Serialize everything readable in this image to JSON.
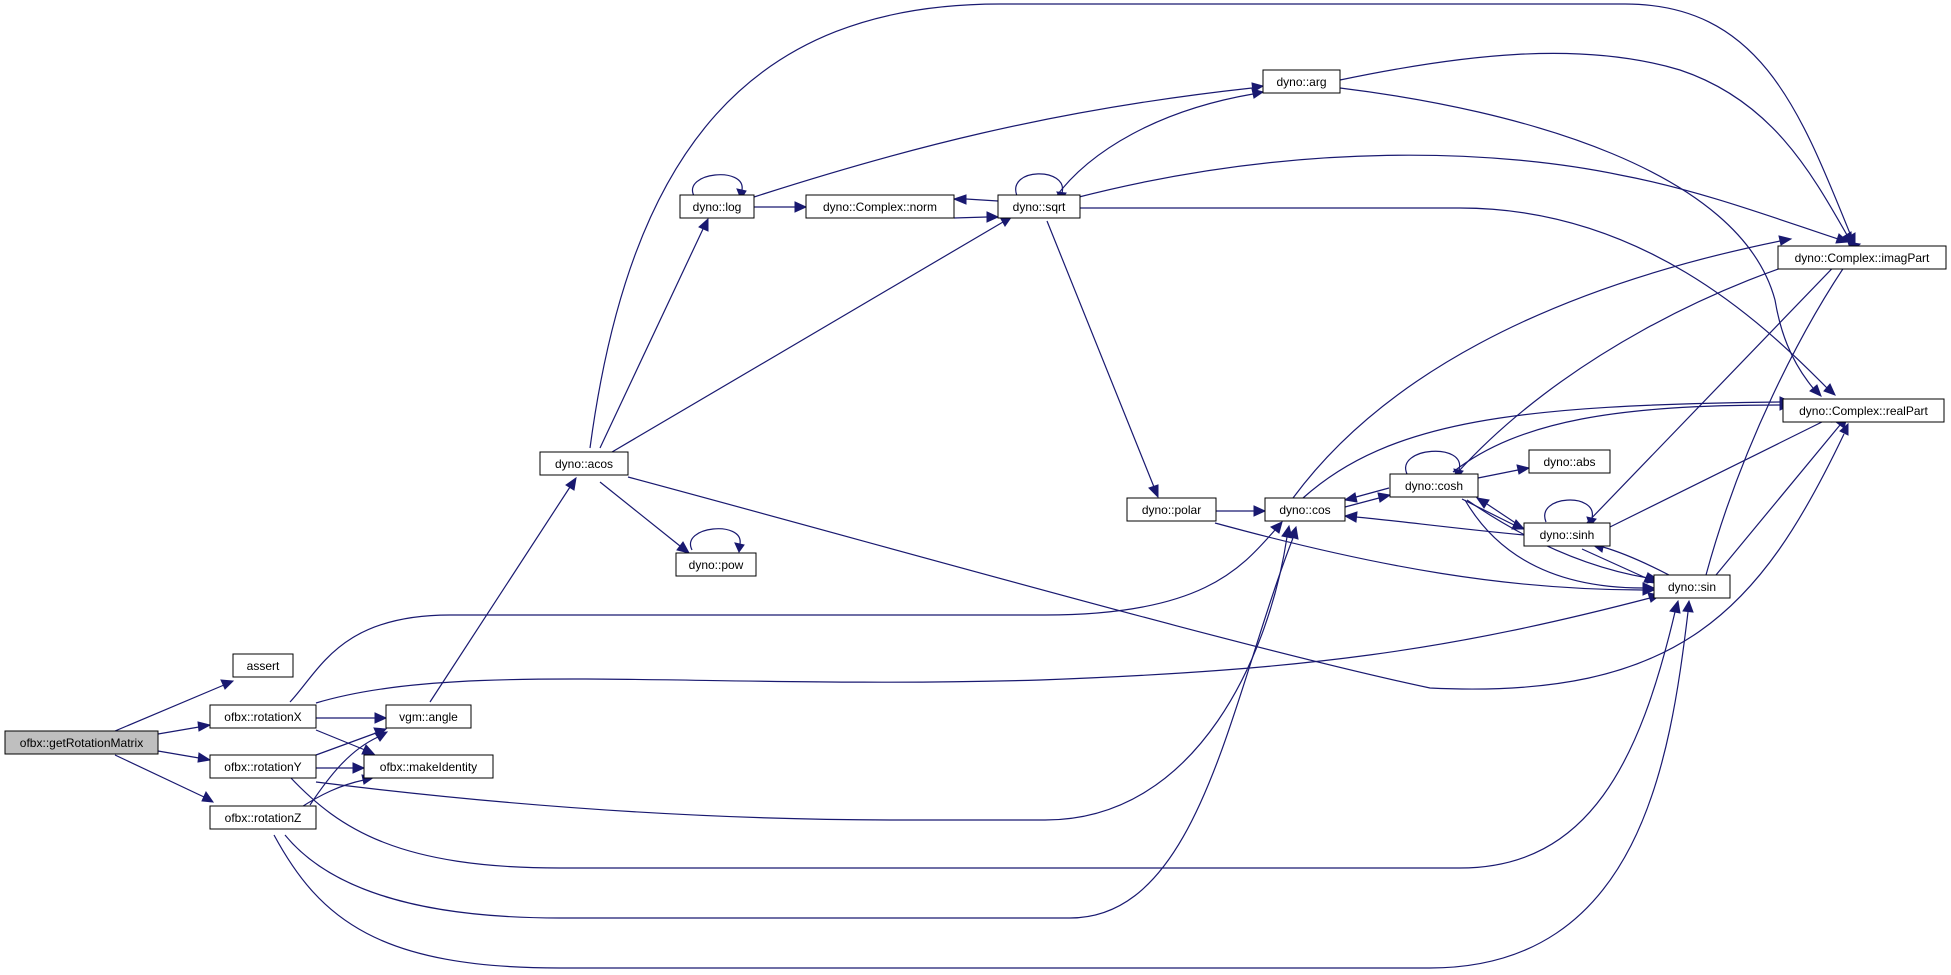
{
  "colors": {
    "edge": "#191970",
    "node_fill": "#ffffff",
    "root_fill": "#bfbfbf",
    "node_border": "#000000"
  },
  "nodes": {
    "getRotationMatrix": "ofbx::getRotationMatrix",
    "assert": "assert",
    "rotationX": "ofbx::rotationX",
    "rotationY": "ofbx::rotationY",
    "rotationZ": "ofbx::rotationZ",
    "vgm_angle": "vgm::angle",
    "makeIdentity": "ofbx::makeIdentity",
    "acos": "dyno::acos",
    "log": "dyno::log",
    "pow": "dyno::pow",
    "norm": "dyno::Complex::norm",
    "sqrt": "dyno::sqrt",
    "arg": "dyno::arg",
    "polar": "dyno::polar",
    "cos": "dyno::cos",
    "cosh": "dyno::cosh",
    "abs": "dyno::abs",
    "sinh": "dyno::sinh",
    "sin": "dyno::sin",
    "imagPart": "dyno::Complex::imagPart",
    "realPart": "dyno::Complex::realPart"
  }
}
